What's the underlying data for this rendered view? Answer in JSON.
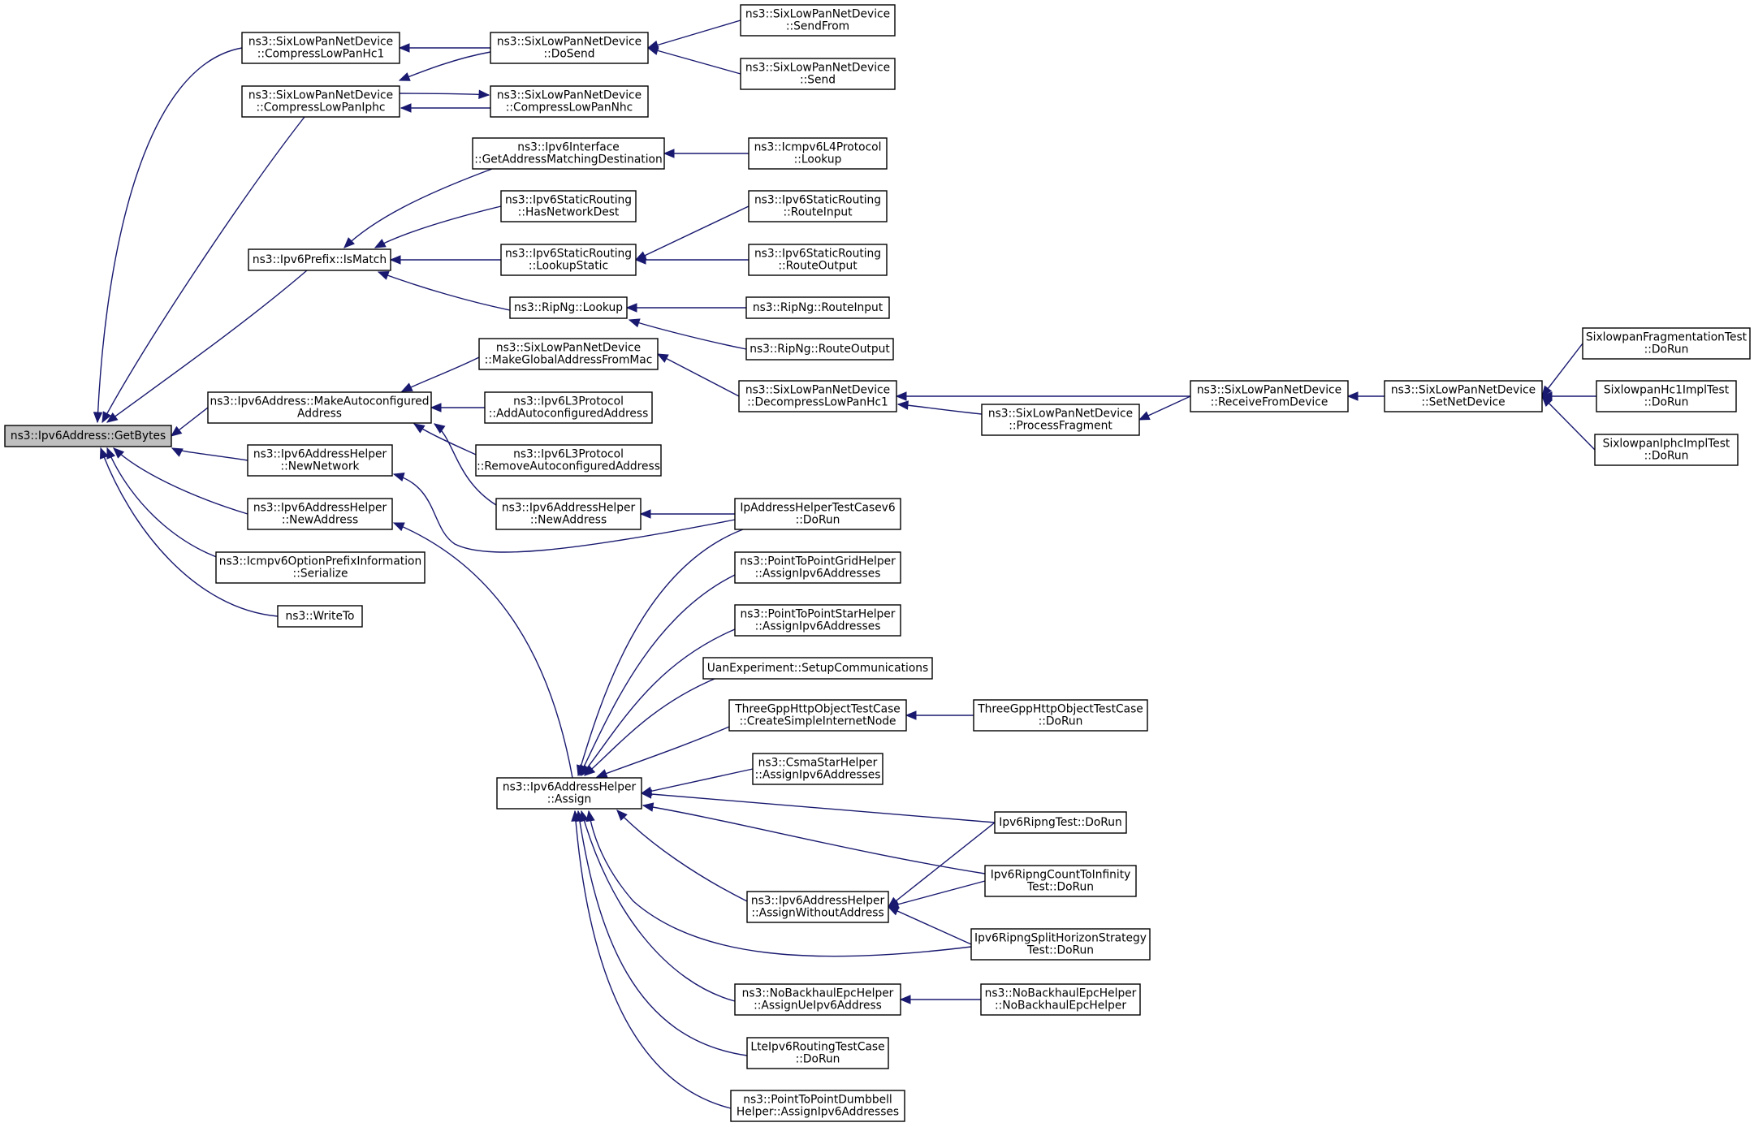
{
  "graph": {
    "colors": {
      "edge": "#191970",
      "node_border": "#000000",
      "root_fill": "#bfbfbf",
      "node_fill": "#ffffff"
    },
    "nodes": [
      {
        "id": "root",
        "lines": [
          "ns3::Ipv6Address::GetBytes"
        ],
        "root": true
      },
      {
        "id": "cmpHc1",
        "lines": [
          "ns3::SixLowPanNetDevice",
          "::CompressLowPanHc1"
        ]
      },
      {
        "id": "cmpIphc",
        "lines": [
          "ns3::SixLowPanNetDevice",
          "::CompressLowPanIphc"
        ]
      },
      {
        "id": "prefixMatch",
        "lines": [
          "ns3::Ipv6Prefix::IsMatch"
        ]
      },
      {
        "id": "makeAuto",
        "lines": [
          "ns3::Ipv6Address::MakeAutoconfigured",
          "Address"
        ]
      },
      {
        "id": "helperNewNet",
        "lines": [
          "ns3::Ipv6AddressHelper",
          "::NewNetwork"
        ]
      },
      {
        "id": "helperNewAddr",
        "lines": [
          "ns3::Ipv6AddressHelper",
          "::NewAddress"
        ]
      },
      {
        "id": "icmpSerialize",
        "lines": [
          "ns3::Icmpv6OptionPrefixInformation",
          "::Serialize"
        ]
      },
      {
        "id": "writeTo",
        "lines": [
          "ns3::WriteTo"
        ]
      },
      {
        "id": "doSend",
        "lines": [
          "ns3::SixLowPanNetDevice",
          "::DoSend"
        ]
      },
      {
        "id": "cmpNhc",
        "lines": [
          "ns3::SixLowPanNetDevice",
          "::CompressLowPanNhc"
        ]
      },
      {
        "id": "sendFrom",
        "lines": [
          "ns3::SixLowPanNetDevice",
          "::SendFrom"
        ]
      },
      {
        "id": "send",
        "lines": [
          "ns3::SixLowPanNetDevice",
          "::Send"
        ]
      },
      {
        "id": "getAddrMatch",
        "lines": [
          "ns3::Ipv6Interface",
          "::GetAddressMatchingDestination"
        ]
      },
      {
        "id": "icmpLookup",
        "lines": [
          "ns3::Icmpv6L4Protocol",
          "::Lookup"
        ]
      },
      {
        "id": "hasNetDest",
        "lines": [
          "ns3::Ipv6StaticRouting",
          "::HasNetworkDest"
        ]
      },
      {
        "id": "lookupStatic",
        "lines": [
          "ns3::Ipv6StaticRouting",
          "::LookupStatic"
        ]
      },
      {
        "id": "routeInput",
        "lines": [
          "ns3::Ipv6StaticRouting",
          "::RouteInput"
        ]
      },
      {
        "id": "routeOutput",
        "lines": [
          "ns3::Ipv6StaticRouting",
          "::RouteOutput"
        ]
      },
      {
        "id": "ripLookup",
        "lines": [
          "ns3::RipNg::Lookup"
        ]
      },
      {
        "id": "ripRouteInput",
        "lines": [
          "ns3::RipNg::RouteInput"
        ]
      },
      {
        "id": "ripRouteOutput",
        "lines": [
          "ns3::RipNg::RouteOutput"
        ]
      },
      {
        "id": "makeGlobal",
        "lines": [
          "ns3::SixLowPanNetDevice",
          "::MakeGlobalAddressFromMac"
        ]
      },
      {
        "id": "decompHc1",
        "lines": [
          "ns3::SixLowPanNetDevice",
          "::DecompressLowPanHc1"
        ]
      },
      {
        "id": "processFrag",
        "lines": [
          "ns3::SixLowPanNetDevice",
          "::ProcessFragment"
        ]
      },
      {
        "id": "recvFromDev",
        "lines": [
          "ns3::SixLowPanNetDevice",
          "::ReceiveFromDevice"
        ]
      },
      {
        "id": "setNetDev",
        "lines": [
          "ns3::SixLowPanNetDevice",
          "::SetNetDevice"
        ]
      },
      {
        "id": "fragTest",
        "lines": [
          "SixlowpanFragmentationTest",
          "::DoRun"
        ]
      },
      {
        "id": "hc1Test",
        "lines": [
          "SixlowpanHc1ImplTest",
          "::DoRun"
        ]
      },
      {
        "id": "iphcTest",
        "lines": [
          "SixlowpanIphcImplTest",
          "::DoRun"
        ]
      },
      {
        "id": "addAutoConf",
        "lines": [
          "ns3::Ipv6L3Protocol",
          "::AddAutoconfiguredAddress"
        ]
      },
      {
        "id": "removeAutoConf",
        "lines": [
          "ns3::Ipv6L3Protocol",
          "::RemoveAutoconfiguredAddress"
        ]
      },
      {
        "id": "helperNewAddr2",
        "lines": [
          "ns3::Ipv6AddressHelper",
          "::NewAddress"
        ]
      },
      {
        "id": "ipAddrTest",
        "lines": [
          "IpAddressHelperTestCasev6",
          "::DoRun"
        ]
      },
      {
        "id": "p2pGrid",
        "lines": [
          "ns3::PointToPointGridHelper",
          "::AssignIpv6Addresses"
        ]
      },
      {
        "id": "p2pStar",
        "lines": [
          "ns3::PointToPointStarHelper",
          "::AssignIpv6Addresses"
        ]
      },
      {
        "id": "uanSetup",
        "lines": [
          "UanExperiment::SetupCommunications"
        ]
      },
      {
        "id": "threeGppCreate",
        "lines": [
          "ThreeGppHttpObjectTestCase",
          "::CreateSimpleInternetNode"
        ]
      },
      {
        "id": "threeGppRun",
        "lines": [
          "ThreeGppHttpObjectTestCase",
          "::DoRun"
        ]
      },
      {
        "id": "csmaStar",
        "lines": [
          "ns3::CsmaStarHelper",
          "::AssignIpv6Addresses"
        ]
      },
      {
        "id": "assign",
        "lines": [
          "ns3::Ipv6AddressHelper",
          "::Assign"
        ]
      },
      {
        "id": "ripngTest",
        "lines": [
          "Ipv6RipngTest::DoRun"
        ]
      },
      {
        "id": "ripngCount",
        "lines": [
          "Ipv6RipngCountToInfinity",
          "Test::DoRun"
        ]
      },
      {
        "id": "assignWithout",
        "lines": [
          "ns3::Ipv6AddressHelper",
          "::AssignWithoutAddress"
        ]
      },
      {
        "id": "ripngSplit",
        "lines": [
          "Ipv6RipngSplitHorizonStrategy",
          "Test::DoRun"
        ]
      },
      {
        "id": "noBackAssign",
        "lines": [
          "ns3::NoBackhaulEpcHelper",
          "::AssignUeIpv6Address"
        ]
      },
      {
        "id": "noBackCtor",
        "lines": [
          "ns3::NoBackhaulEpcHelper",
          "::NoBackhaulEpcHelper"
        ]
      },
      {
        "id": "lteRouting",
        "lines": [
          "LteIpv6RoutingTestCase",
          "::DoRun"
        ]
      },
      {
        "id": "p2pDumbbell",
        "lines": [
          "ns3::PointToPointDumbbell",
          "Helper::AssignIpv6Addresses"
        ]
      }
    ],
    "edges": [
      {
        "from": "cmpHc1",
        "to": "root"
      },
      {
        "from": "cmpIphc",
        "to": "root"
      },
      {
        "from": "prefixMatch",
        "to": "root"
      },
      {
        "from": "makeAuto",
        "to": "root"
      },
      {
        "from": "helperNewNet",
        "to": "root"
      },
      {
        "from": "helperNewAddr",
        "to": "root"
      },
      {
        "from": "icmpSerialize",
        "to": "root"
      },
      {
        "from": "writeTo",
        "to": "root"
      },
      {
        "from": "doSend",
        "to": "cmpHc1"
      },
      {
        "from": "doSend",
        "to": "cmpIphc"
      },
      {
        "from": "cmpNhc",
        "to": "cmpIphc"
      },
      {
        "from": "cmpIphc",
        "to": "cmpNhc"
      },
      {
        "from": "sendFrom",
        "to": "doSend"
      },
      {
        "from": "send",
        "to": "doSend"
      },
      {
        "from": "getAddrMatch",
        "to": "prefixMatch"
      },
      {
        "from": "hasNetDest",
        "to": "prefixMatch"
      },
      {
        "from": "lookupStatic",
        "to": "prefixMatch"
      },
      {
        "from": "ripLookup",
        "to": "prefixMatch"
      },
      {
        "from": "icmpLookup",
        "to": "getAddrMatch"
      },
      {
        "from": "routeInput",
        "to": "lookupStatic"
      },
      {
        "from": "routeOutput",
        "to": "lookupStatic"
      },
      {
        "from": "ripRouteInput",
        "to": "ripLookup"
      },
      {
        "from": "ripRouteOutput",
        "to": "ripLookup"
      },
      {
        "from": "makeGlobal",
        "to": "makeAuto"
      },
      {
        "from": "addAutoConf",
        "to": "makeAuto"
      },
      {
        "from": "removeAutoConf",
        "to": "makeAuto"
      },
      {
        "from": "helperNewAddr2",
        "to": "makeAuto"
      },
      {
        "from": "decompHc1",
        "to": "makeGlobal"
      },
      {
        "from": "recvFromDev",
        "to": "decompHc1"
      },
      {
        "from": "processFrag",
        "to": "decompHc1"
      },
      {
        "from": "recvFromDev",
        "to": "processFrag"
      },
      {
        "from": "setNetDev",
        "to": "recvFromDev"
      },
      {
        "from": "fragTest",
        "to": "setNetDev"
      },
      {
        "from": "hc1Test",
        "to": "setNetDev"
      },
      {
        "from": "iphcTest",
        "to": "setNetDev"
      },
      {
        "from": "ipAddrTest",
        "to": "helperNewAddr2"
      },
      {
        "from": "ipAddrTest",
        "to": "helperNewNet"
      },
      {
        "from": "assign",
        "to": "helperNewAddr"
      },
      {
        "from": "ipAddrTest",
        "to": "assign"
      },
      {
        "from": "p2pGrid",
        "to": "assign"
      },
      {
        "from": "p2pStar",
        "to": "assign"
      },
      {
        "from": "uanSetup",
        "to": "assign"
      },
      {
        "from": "threeGppCreate",
        "to": "assign"
      },
      {
        "from": "threeGppRun",
        "to": "threeGppCreate"
      },
      {
        "from": "csmaStar",
        "to": "assign"
      },
      {
        "from": "ripngTest",
        "to": "assign"
      },
      {
        "from": "ripngCount",
        "to": "assign"
      },
      {
        "from": "assignWithout",
        "to": "assign"
      },
      {
        "from": "ripngSplit",
        "to": "assign"
      },
      {
        "from": "noBackAssign",
        "to": "assign"
      },
      {
        "from": "lteRouting",
        "to": "assign"
      },
      {
        "from": "p2pDumbbell",
        "to": "assign"
      },
      {
        "from": "ripngTest",
        "to": "assignWithout"
      },
      {
        "from": "ripngCount",
        "to": "assignWithout"
      },
      {
        "from": "ripngSplit",
        "to": "assignWithout"
      },
      {
        "from": "noBackCtor",
        "to": "noBackAssign"
      }
    ]
  }
}
